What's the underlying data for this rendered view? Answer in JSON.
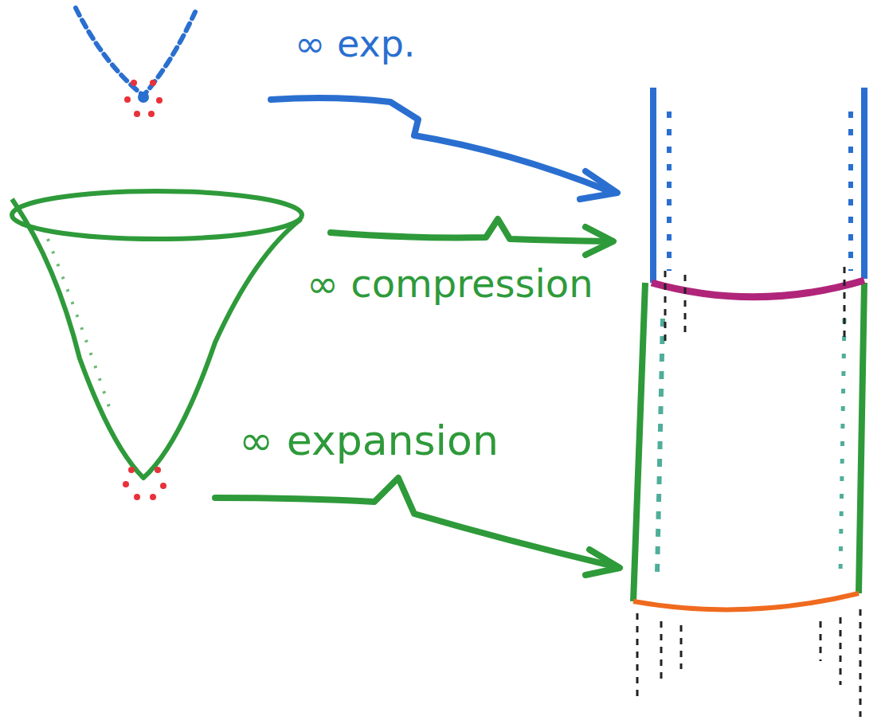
{
  "diagram": {
    "labels": [
      "∞ exp.",
      "∞ compression",
      "∞ expansion"
    ]
  }
}
